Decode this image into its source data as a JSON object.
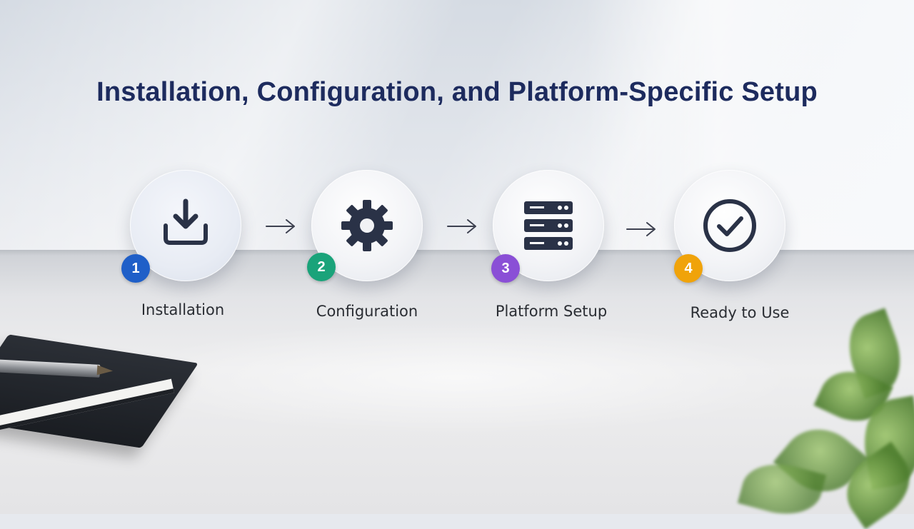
{
  "title": "Installation, Configuration, and Platform-Specific Setup",
  "steps": [
    {
      "number": "1",
      "label": "Installation",
      "icon": "download-icon",
      "badge_color": "#1f5fc8"
    },
    {
      "number": "2",
      "label": "Configuration",
      "icon": "gear-icon",
      "badge_color": "#1aa37a"
    },
    {
      "number": "3",
      "label": "Platform Setup",
      "icon": "server-icon",
      "badge_color": "#8a4fd6"
    },
    {
      "number": "4",
      "label": "Ready to Use",
      "icon": "checkmark-icon",
      "badge_color": "#f0a30a"
    }
  ],
  "colors": {
    "title": "#1d2b5e",
    "icon": "#2a3247"
  }
}
